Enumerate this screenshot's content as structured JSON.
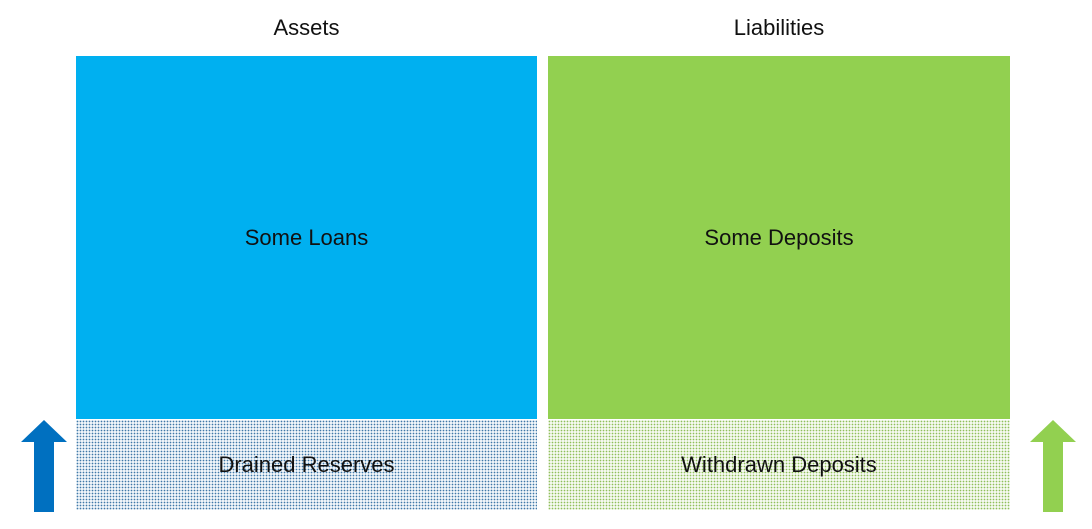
{
  "headers": {
    "assets": "Assets",
    "liabilities": "Liabilities"
  },
  "blocks": {
    "loans": "Some Loans",
    "deposits": "Some Deposits",
    "reserves": "Drained Reserves",
    "withdrawn": "Withdrawn Deposits"
  },
  "colors": {
    "assets_fill": "#00b0f0",
    "liabilities_fill": "#92d050",
    "left_arrow": "#0070c0",
    "right_arrow": "#92d050"
  },
  "icons": {
    "left_arrow": "up-arrow-icon",
    "right_arrow": "up-arrow-icon"
  }
}
